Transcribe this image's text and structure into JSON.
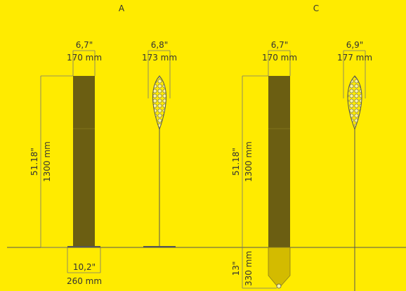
{
  "colors": {
    "background": "#ffeb00",
    "column": "#6b5e12",
    "column_lower": "#d3bb00",
    "line": "#555555",
    "text": "#333333"
  },
  "variants": [
    {
      "label": "A",
      "column": {
        "width_in": "6,7\"",
        "width_mm": "170 mm",
        "height_in": "51.18\"",
        "height_mm": "1300 mm"
      },
      "base": {
        "width_in": "10,2\"",
        "width_mm": "260 mm"
      },
      "lamp": {
        "width_in": "6,8\"",
        "width_mm": "173 mm"
      }
    },
    {
      "label": "C",
      "column": {
        "width_in": "6,7\"",
        "width_mm": "170 mm",
        "height_in": "51.18\"",
        "height_mm": "1300 mm"
      },
      "spike": {
        "length_in": "13\"",
        "length_mm": "330 mm"
      },
      "lamp": {
        "width_in": "6,9\"",
        "width_mm": "177 mm"
      }
    }
  ]
}
